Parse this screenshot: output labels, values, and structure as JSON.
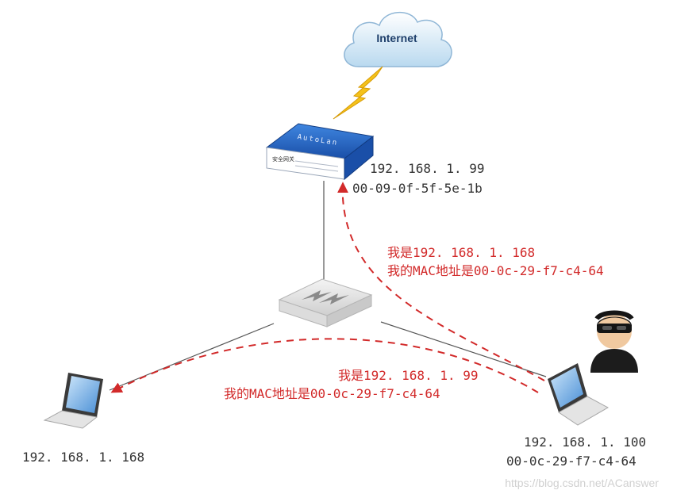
{
  "cloud": {
    "label": "Internet"
  },
  "gateway": {
    "brand": "AutoLan",
    "panel_text": "安全网关",
    "ip": "192. 168. 1. 99",
    "mac": "00-09-0f-5f-5e-1b"
  },
  "victim": {
    "ip": "192. 168. 1. 168"
  },
  "attacker": {
    "ip": "192. 168. 1. 100",
    "mac": "00-0c-29-f7-c4-64"
  },
  "spoof_to_gateway": {
    "line1": "我是192. 168. 1. 168",
    "line2": "我的MAC地址是00-0c-29-f7-c4-64"
  },
  "spoof_to_victim": {
    "line1": "我是192. 168. 1. 99",
    "line2": "我的MAC地址是00-0c-29-f7-c4-64"
  },
  "watermark": "https://blog.csdn.net/ACanswer",
  "colors": {
    "arrow": "#d22a2a",
    "link": "#444444",
    "router": "#1f5db8",
    "bolt": "#f4c21a"
  },
  "icons": [
    "cloud-icon",
    "lightning-icon",
    "gateway-router-icon",
    "switch-icon",
    "laptop-icon",
    "hacker-icon"
  ]
}
